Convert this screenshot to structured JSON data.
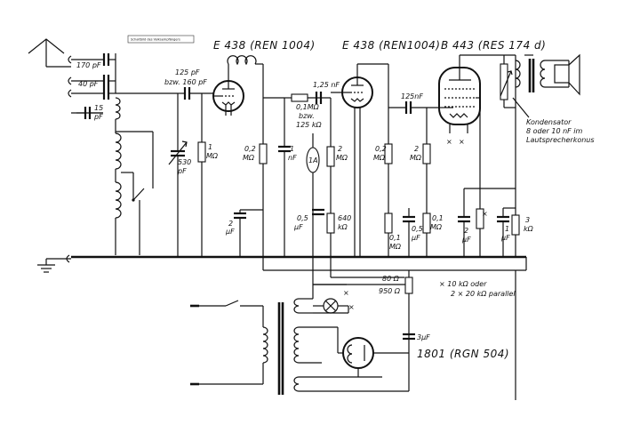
{
  "header_note": "Schaltbild des Volksempfängers",
  "tubes": {
    "tube1": "E 438 (REN 1004)",
    "tube2": "E 438 (REN1004)",
    "tube3": "B 443 (RES 174 d)",
    "rectifier": "1801 (RGN 504)"
  },
  "components": {
    "c_170": "170 pF",
    "c_40": "40 pF",
    "c_15a": "15",
    "c_15b": "pF",
    "c_125a": "125 pF",
    "c_125b": "bzw. 160 pF",
    "c_530a": "530",
    "c_530b": "pF",
    "r_1m_a": "1",
    "r_1m_b": "MΩ",
    "r_02_a": "0,2",
    "r_02_b": "MΩ",
    "c_1n_a": "1",
    "c_1n_b": "nF",
    "c_2u_a": "2",
    "c_2u_b": "µF",
    "r_01_a": "0,1MΩ",
    "r_01_b": "bzw.",
    "r_01_c": "125 kΩ",
    "c_125nf": "1,25 nF",
    "ind_1a": "1A",
    "r_2m_a": "2",
    "r_2m_b": "MΩ",
    "c_05_a": "0,5",
    "c_05_b": "µF",
    "r_640_a": "640",
    "r_640_b": "kΩ",
    "c_125nf2": "125nF",
    "r_02b_a": "0,2",
    "r_02b_b": "MΩ",
    "r_2mb_a": "2",
    "r_2mb_b": "MΩ",
    "r_01b_a": "0,1",
    "r_01b_b": "MΩ",
    "c_05b_a": "0,5",
    "c_05b_b": "µF",
    "r_01c_a": "0,1",
    "r_01c_b": "MΩ",
    "c_2ub_a": "2",
    "c_2ub_b": "µF",
    "c_1u_a": "1",
    "c_1u_b": "µF",
    "r_3k_a": "3",
    "r_3k_b": "kΩ",
    "r_80": "80 Ω",
    "r_950": "950 Ω",
    "c_3u": "3µF"
  },
  "notes": {
    "kondensator_1": "Kondensator",
    "kondensator_2": "8 oder 10 nF im",
    "kondensator_3": "Lautsprecherkonus",
    "cross_mark": "×",
    "note_1": "× 10 kΩ oder",
    "note_2": "2 × 20 kΩ parallel"
  }
}
